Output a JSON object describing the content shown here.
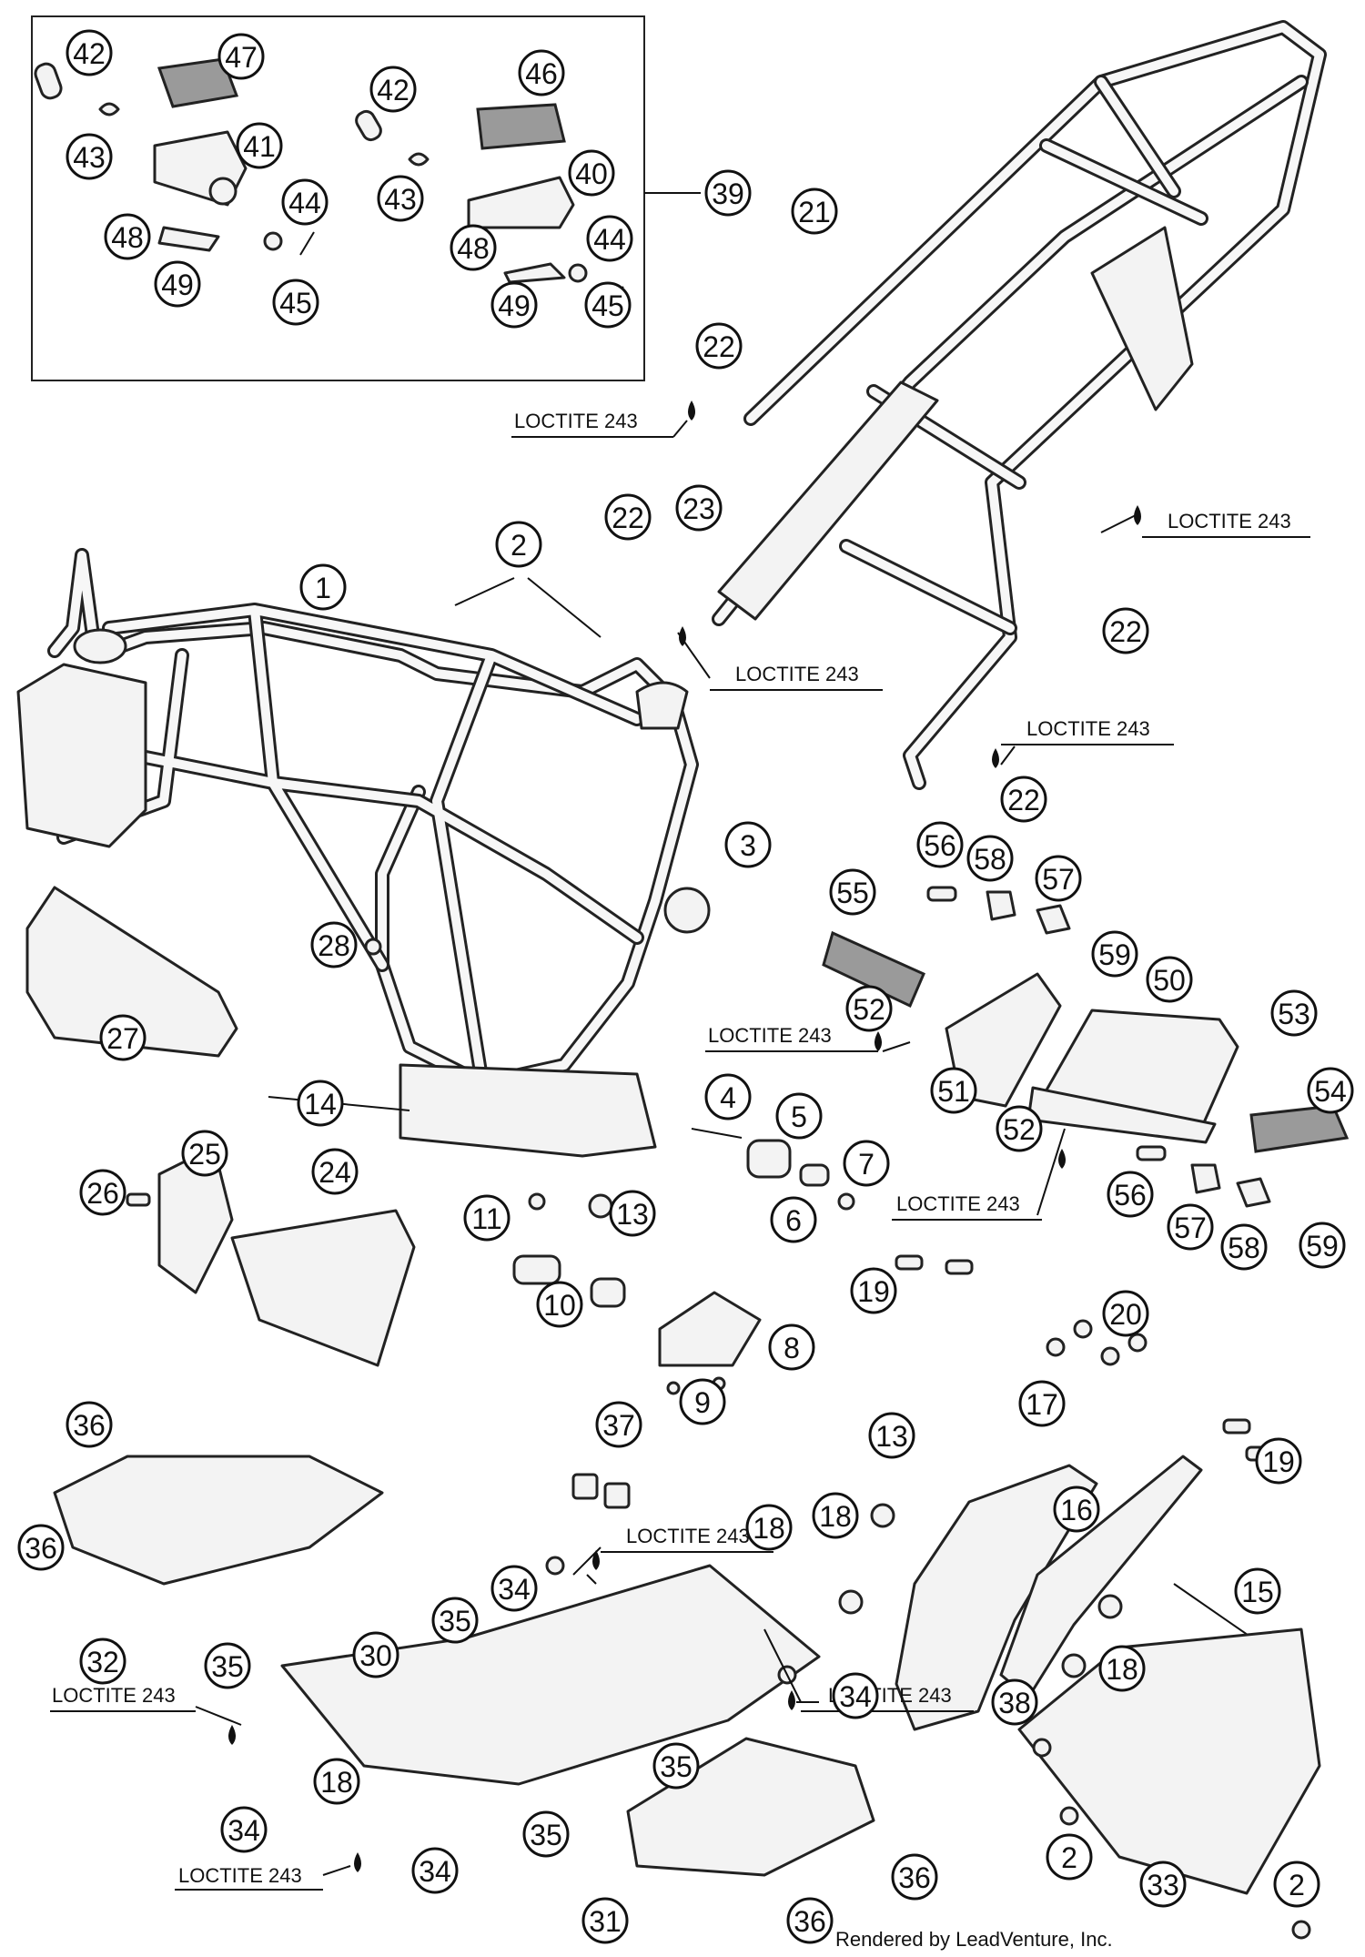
{
  "callouts": [
    {
      "id": "c42a",
      "label": "42"
    },
    {
      "id": "c47",
      "label": "47"
    },
    {
      "id": "c43a",
      "label": "43"
    },
    {
      "id": "c41",
      "label": "41"
    },
    {
      "id": "c48a",
      "label": "48"
    },
    {
      "id": "c44a",
      "label": "44"
    },
    {
      "id": "c49a",
      "label": "49"
    },
    {
      "id": "c45a",
      "label": "45"
    },
    {
      "id": "c42b",
      "label": "42"
    },
    {
      "id": "c46",
      "label": "46"
    },
    {
      "id": "c43b",
      "label": "43"
    },
    {
      "id": "c40",
      "label": "40"
    },
    {
      "id": "c48b",
      "label": "48"
    },
    {
      "id": "c44b",
      "label": "44"
    },
    {
      "id": "c49b",
      "label": "49"
    },
    {
      "id": "c45b",
      "label": "45"
    },
    {
      "id": "c39",
      "label": "39"
    },
    {
      "id": "c21",
      "label": "21"
    },
    {
      "id": "c22a",
      "label": "22"
    },
    {
      "id": "c22b",
      "label": "22"
    },
    {
      "id": "c23",
      "label": "23"
    },
    {
      "id": "c22c",
      "label": "22"
    },
    {
      "id": "c22d",
      "label": "22"
    },
    {
      "id": "c1",
      "label": "1"
    },
    {
      "id": "c2a",
      "label": "2"
    },
    {
      "id": "c3",
      "label": "3"
    },
    {
      "id": "c56a",
      "label": "56"
    },
    {
      "id": "c58a",
      "label": "58"
    },
    {
      "id": "c57a",
      "label": "57"
    },
    {
      "id": "c55",
      "label": "55"
    },
    {
      "id": "c59a",
      "label": "59"
    },
    {
      "id": "c52a",
      "label": "52"
    },
    {
      "id": "c50",
      "label": "50"
    },
    {
      "id": "c53",
      "label": "53"
    },
    {
      "id": "c51",
      "label": "51"
    },
    {
      "id": "c54",
      "label": "54"
    },
    {
      "id": "c52b",
      "label": "52"
    },
    {
      "id": "c27",
      "label": "27"
    },
    {
      "id": "c28",
      "label": "28"
    },
    {
      "id": "c14",
      "label": "14"
    },
    {
      "id": "c4",
      "label": "4"
    },
    {
      "id": "c5",
      "label": "5"
    },
    {
      "id": "c7",
      "label": "7"
    },
    {
      "id": "c6",
      "label": "6"
    },
    {
      "id": "c56b",
      "label": "56"
    },
    {
      "id": "c57b",
      "label": "57"
    },
    {
      "id": "c58b",
      "label": "58"
    },
    {
      "id": "c59b",
      "label": "59"
    },
    {
      "id": "c25",
      "label": "25"
    },
    {
      "id": "c26",
      "label": "26"
    },
    {
      "id": "c24",
      "label": "24"
    },
    {
      "id": "c11",
      "label": "11"
    },
    {
      "id": "c13a",
      "label": "13"
    },
    {
      "id": "c10",
      "label": "10"
    },
    {
      "id": "c19a",
      "label": "19"
    },
    {
      "id": "c20",
      "label": "20"
    },
    {
      "id": "c8",
      "label": "8"
    },
    {
      "id": "c9",
      "label": "9"
    },
    {
      "id": "c17",
      "label": "17"
    },
    {
      "id": "c37",
      "label": "37"
    },
    {
      "id": "c13b",
      "label": "13"
    },
    {
      "id": "c19b",
      "label": "19"
    },
    {
      "id": "c36a",
      "label": "36"
    },
    {
      "id": "c18a",
      "label": "18"
    },
    {
      "id": "c16",
      "label": "16"
    },
    {
      "id": "c36b",
      "label": "36"
    },
    {
      "id": "c34a",
      "label": "34"
    },
    {
      "id": "c18b",
      "label": "18"
    },
    {
      "id": "c15",
      "label": "15"
    },
    {
      "id": "c32",
      "label": "32"
    },
    {
      "id": "c35a",
      "label": "35"
    },
    {
      "id": "c30",
      "label": "30"
    },
    {
      "id": "c35b",
      "label": "35"
    },
    {
      "id": "c18c",
      "label": "18"
    },
    {
      "id": "c34b",
      "label": "34"
    },
    {
      "id": "c38",
      "label": "38"
    },
    {
      "id": "c35c",
      "label": "35"
    },
    {
      "id": "c18d",
      "label": "18"
    },
    {
      "id": "c34c",
      "label": "34"
    },
    {
      "id": "c2b",
      "label": "2"
    },
    {
      "id": "c33",
      "label": "33"
    },
    {
      "id": "c35d",
      "label": "35"
    },
    {
      "id": "c34d",
      "label": "34"
    },
    {
      "id": "c36c",
      "label": "36"
    },
    {
      "id": "c2c",
      "label": "2"
    },
    {
      "id": "c31",
      "label": "31"
    },
    {
      "id": "c36d",
      "label": "36"
    }
  ],
  "loctite": {
    "l1": "LOCTITE 243",
    "l2": "LOCTITE 243",
    "l3": "LOCTITE 243",
    "l4": "LOCTITE 243",
    "l5": "LOCTITE 243",
    "l6": "LOCTITE 243",
    "l7": "LOCTITE 243",
    "l8": "LOCTITE 243",
    "l9": "LOCTITE 243",
    "l10": "LOCTITE 243"
  },
  "credit": "Rendered by LeadVenture, Inc."
}
